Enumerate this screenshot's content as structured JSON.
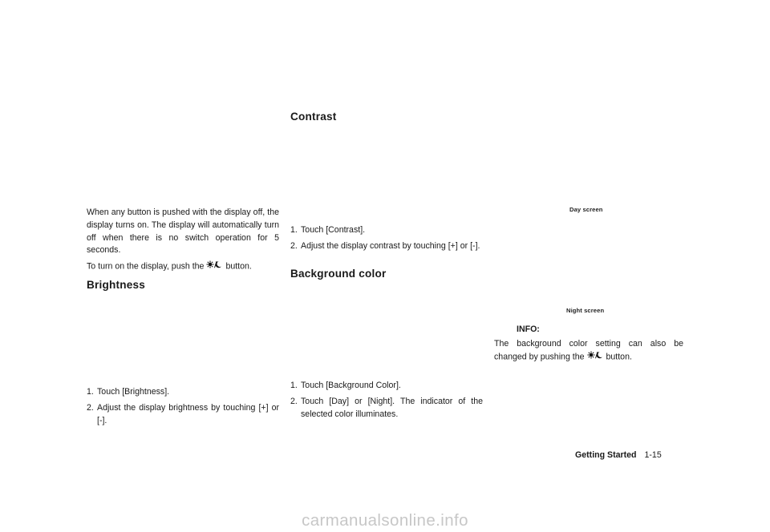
{
  "intro": {
    "paragraph1": "When any button is pushed with the display off, the display turns on. The display will automatically turn off when there is no switch operation for 5 seconds.",
    "paragraph2_before": "To turn on the display, push the",
    "paragraph2_after": "button."
  },
  "brightness": {
    "heading": "Brightness",
    "steps": [
      {
        "num": "1.",
        "text": "Touch [Brightness]."
      },
      {
        "num": "2.",
        "text": "Adjust the display brightness by touching [+] or [-]."
      }
    ]
  },
  "contrast": {
    "heading": "Contrast",
    "steps": [
      {
        "num": "1.",
        "text": "Touch [Contrast]."
      },
      {
        "num": "2.",
        "text": "Adjust the display contrast by touching [+] or [-]."
      }
    ]
  },
  "background_color": {
    "heading": "Background color",
    "steps": [
      {
        "num": "1.",
        "text": "Touch [Background Color]."
      },
      {
        "num": "2.",
        "text": "Touch [Day] or [Night]. The indicator of the selected color illuminates."
      }
    ]
  },
  "captions": {
    "day": "Day screen",
    "night": "Night screen"
  },
  "info": {
    "heading": "INFO:",
    "text_before": "The background color setting can also be changed by pushing the",
    "text_after": "button."
  },
  "footer": {
    "section": "Getting Started",
    "page": "1-15"
  },
  "icons": {
    "display_button": "sun-moon-icon"
  },
  "watermark": "carmanualsonline.info"
}
